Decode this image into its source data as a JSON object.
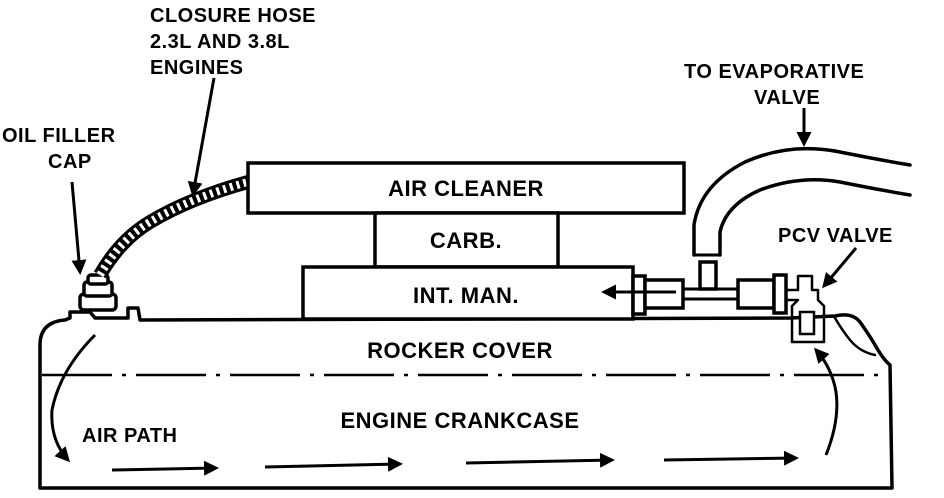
{
  "labels": {
    "closure_hose_line1": "CLOSURE HOSE",
    "closure_hose_line2": "2.3L AND 3.8L",
    "closure_hose_line3": "ENGINES",
    "oil_filler_line1": "OIL FILLER",
    "oil_filler_line2": "CAP",
    "to_evap_line1": "TO EVAPORATIVE",
    "to_evap_line2": "VALVE",
    "air_cleaner": "AIR CLEANER",
    "carb": "CARB.",
    "int_man": "INT. MAN.",
    "pcv_valve": "PCV VALVE",
    "rocker_cover": "ROCKER COVER",
    "engine_crankcase": "ENGINE CRANKCASE",
    "air_path": "AIR PATH"
  },
  "colors": {
    "ink": "#000000",
    "paper": "#ffffff"
  }
}
